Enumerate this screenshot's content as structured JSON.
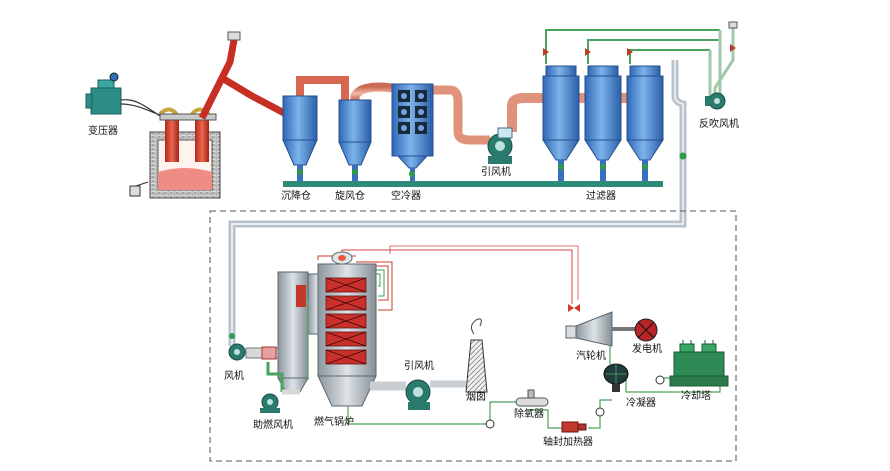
{
  "labels": {
    "transformer": "变压器",
    "settling_chamber": "沉降仓",
    "cyclone": "旋风仓",
    "air_cooler": "空冷器",
    "id_fan_top": "引风机",
    "filter": "过滤器",
    "reverse_blow_fan": "反吹风机",
    "fan": "风机",
    "assist_fan": "助燃风机",
    "boiler": "燃气锅炉",
    "id_fan_bottom": "引风机",
    "chimney": "烟囱",
    "deaerator": "除氧器",
    "seal_heater": "轴封加热器",
    "turbine": "汽轮机",
    "generator": "发电机",
    "condenser": "冷凝器",
    "cooling_tower": "冷却塔"
  },
  "colors": {
    "equipment_blue": "#3f7fcf",
    "flue_duct": "#e0927a",
    "furnace_red": "#d23a2a",
    "pipe_green": "#4aa35a",
    "pipe_grey": "#b9c2c8",
    "platform": "#2e8b7a",
    "dashed_box": "#555555"
  }
}
